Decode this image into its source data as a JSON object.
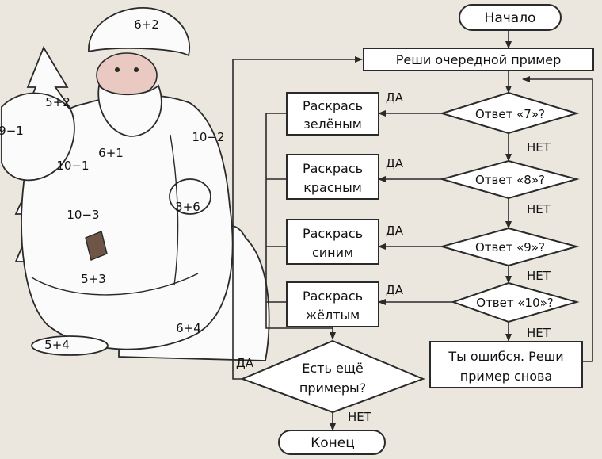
{
  "flowchart": {
    "start": "Начало",
    "solve": "Реши очередной пример",
    "checks": [
      {
        "question": "Ответ «7»?",
        "yes": "ДА",
        "no": "НЕТ",
        "action_line1": "Раскрась",
        "action_line2": "зелёным"
      },
      {
        "question": "Ответ «8»?",
        "yes": "ДА",
        "no": "НЕТ",
        "action_line1": "Раскрась",
        "action_line2": "красным"
      },
      {
        "question": "Ответ «9»?",
        "yes": "ДА",
        "no": "НЕТ",
        "action_line1": "Раскрась",
        "action_line2": "синим"
      },
      {
        "question": "Ответ «10»?",
        "yes": "ДА",
        "no": "НЕТ",
        "action_line1": "Раскрась",
        "action_line2": "жёлтым"
      }
    ],
    "error_line1": "Ты ошибся. Реши",
    "error_line2": "пример снова",
    "more_line1": "Есть ещё",
    "more_line2": "примеры?",
    "more_yes": "ДА",
    "more_no": "НЕТ",
    "end": "Конец"
  },
  "picture": {
    "examples": [
      "6+2",
      "5+2",
      "9−1",
      "10−2",
      "6+1",
      "10−1",
      "3+6",
      "10−3",
      "5+3",
      "6+4",
      "5+4"
    ]
  }
}
